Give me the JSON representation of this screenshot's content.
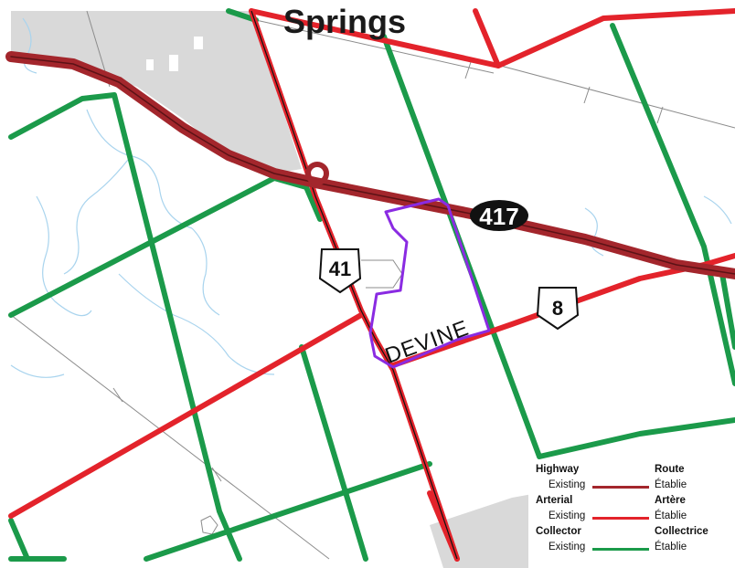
{
  "map": {
    "place_label": "Springs",
    "road_name_label": "DEVINE",
    "highway_shield": "417",
    "county_road_shields": [
      "41",
      "8"
    ]
  },
  "legend": {
    "rows": [
      {
        "en": "Highway",
        "fr": "Route",
        "status_en": "Existing",
        "status_fr": "Établie",
        "color": "#a3262c"
      },
      {
        "en": "Arterial",
        "fr": "Artère",
        "status_en": "Existing",
        "status_fr": "Établie",
        "color": "#e3232b"
      },
      {
        "en": "Collector",
        "fr": "Collectrice",
        "status_en": "Existing",
        "status_fr": "Établie",
        "color": "#1b9a4a"
      }
    ]
  },
  "colors": {
    "highway": "#a3262c",
    "arterial": "#e3232b",
    "collector": "#1b9a4a",
    "site_boundary": "#8a2be2",
    "urban_area": "#d9d9d9",
    "water": "#a9d4ee"
  }
}
